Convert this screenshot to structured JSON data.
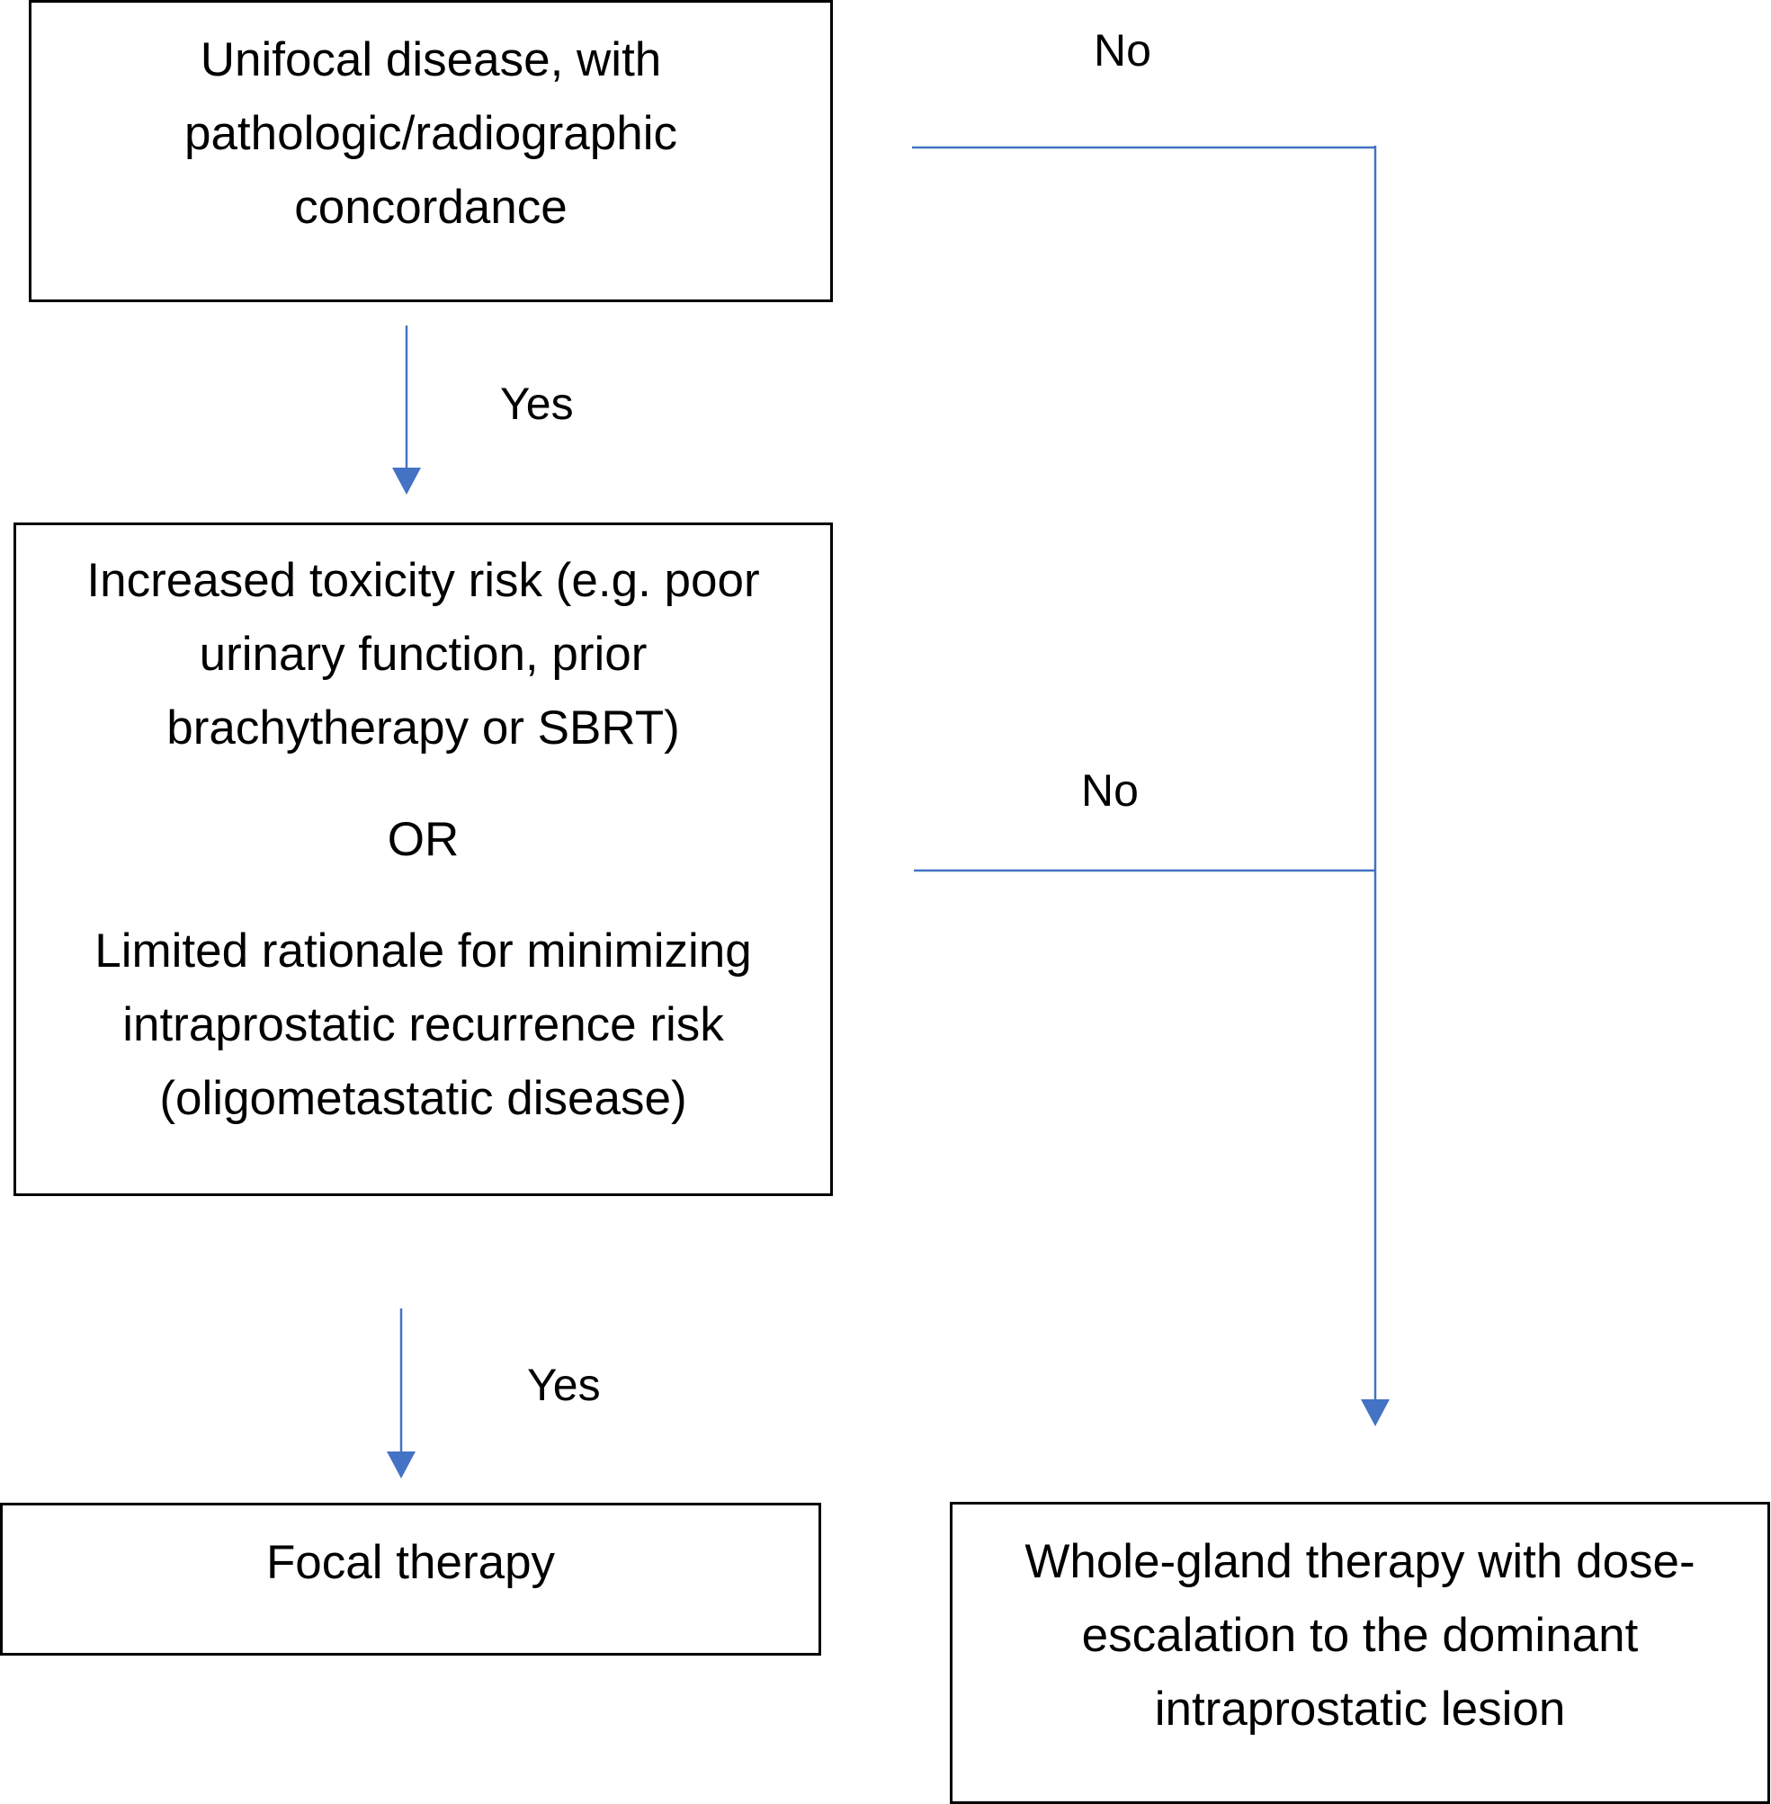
{
  "nodes": {
    "unifocal": {
      "lines": [
        "Unifocal disease, with",
        "pathologic/radiographic",
        "concordance"
      ]
    },
    "toxicity": {
      "lines_a": [
        "Increased toxicity risk (e.g. poor",
        "urinary function, prior",
        "brachytherapy or SBRT)"
      ],
      "or": "OR",
      "lines_b": [
        "Limited rationale for minimizing",
        "intraprostatic recurrence risk",
        "(oligometastatic disease)"
      ]
    },
    "focal": {
      "text": "Focal therapy"
    },
    "whole_gland": {
      "lines": [
        "Whole-gland therapy with dose-",
        "escalation to the dominant",
        "intraprostatic lesion"
      ]
    }
  },
  "edges": {
    "yes_1": "Yes",
    "yes_2": "Yes",
    "no_1": "No",
    "no_2": "No"
  },
  "colors": {
    "connector": "#4472C4",
    "box_border": "#000000"
  }
}
